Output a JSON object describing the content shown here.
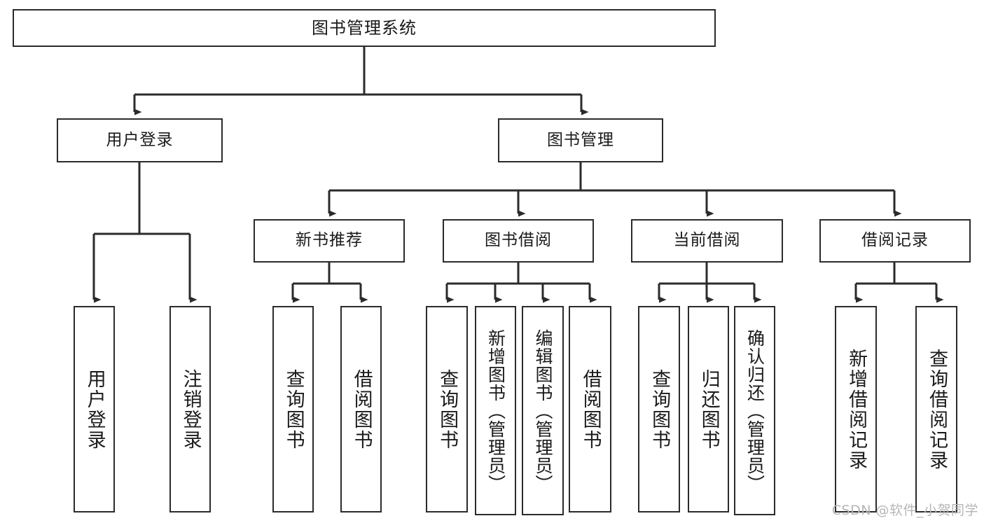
{
  "diagram": {
    "title": "图书管理系统",
    "type": "tree-hierarchy-chart",
    "root": {
      "label": "图书管理系统"
    },
    "level2": [
      {
        "label": "用户登录"
      },
      {
        "label": "图书管理"
      }
    ],
    "level3": [
      {
        "label": "新书推荐"
      },
      {
        "label": "图书借阅"
      },
      {
        "label": "当前借阅"
      },
      {
        "label": "借阅记录"
      }
    ],
    "leaves": {
      "user_login": [
        {
          "label": "用户登录"
        },
        {
          "label": "注销登录"
        }
      ],
      "new_book_recommend": [
        {
          "label": "查询图书"
        },
        {
          "label": "借阅图书"
        }
      ],
      "book_borrow": [
        {
          "label": "查询图书"
        },
        {
          "label": "新增图书（管理员）"
        },
        {
          "label": "编辑图书（管理员）"
        },
        {
          "label": "借阅图书"
        }
      ],
      "current_borrow": [
        {
          "label": "查询图书"
        },
        {
          "label": "归还图书"
        },
        {
          "label": "确认归还（管理员）"
        }
      ],
      "borrow_record": [
        {
          "label": "新增借阅记录"
        },
        {
          "label": "查询借阅记录"
        }
      ]
    }
  },
  "watermark": {
    "text": "CSDN @软件_小贺同学"
  },
  "colors": {
    "stroke": "#2b2b2b",
    "fill": "#ffffff",
    "text": "#1a1a1a",
    "watermark": "#b6b6b6"
  }
}
